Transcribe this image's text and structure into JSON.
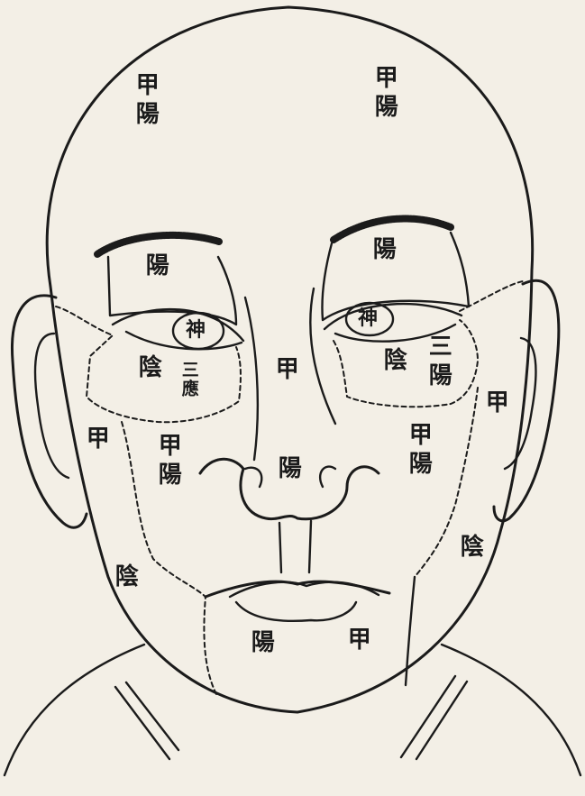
{
  "labels": {
    "forehead_left": "甲陽",
    "forehead_right": "甲陽",
    "brow_left": "陽",
    "brow_right": "陽",
    "eye_left": "神",
    "eye_right": "神",
    "under_eye_left_main": "陰",
    "under_eye_left_side": "三應",
    "under_eye_right_main": "陰",
    "under_eye_right_side": "三陽",
    "nose_upper": "甲",
    "nose_lower": "陽",
    "cheek_left_outer": "甲",
    "cheek_left_inner": "甲陽",
    "cheek_right_inner": "甲陽",
    "cheek_right_outer": "甲",
    "jaw_left": "陰",
    "jaw_right": "陰",
    "chin_left": "陽",
    "chin_right": "甲"
  }
}
